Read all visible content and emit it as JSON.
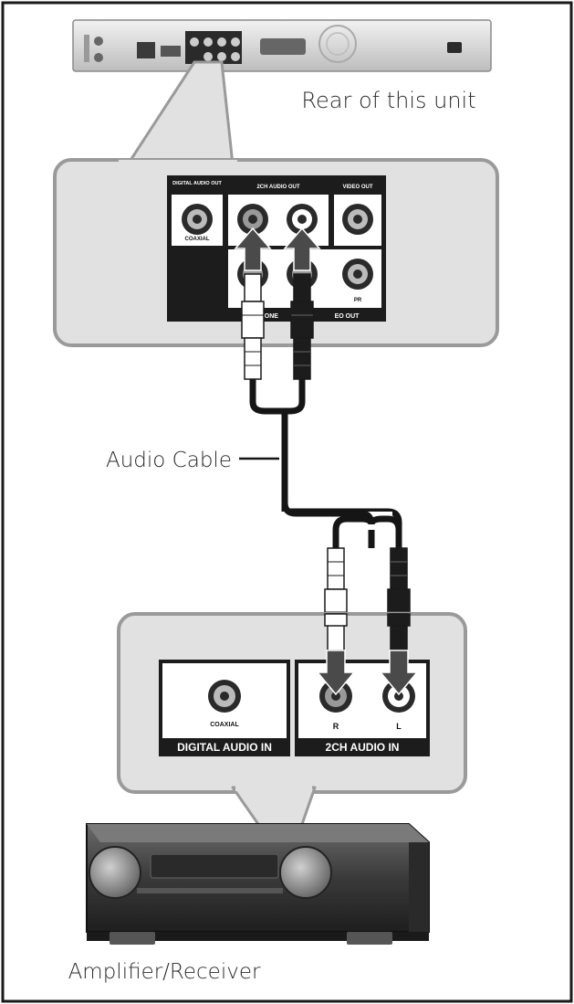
{
  "labels": {
    "rear_of_unit": "Rear of this unit",
    "audio_cable": "Audio Cable",
    "amplifier_receiver": "Amplifier/Receiver"
  },
  "unit_panel": {
    "digital_audio_out": "DIGITAL AUDIO OUT",
    "coaxial": "COAXIAL",
    "audio_out_2ch": "2CH AUDIO OUT",
    "video_out": "VIDEO OUT",
    "component_video_out_left": "PONE",
    "component_video_out_right": "EO OUT",
    "pr": "PR"
  },
  "amp_panel": {
    "coaxial": "COAXIAL",
    "digital_audio_in": "DIGITAL AUDIO IN",
    "audio_in_2ch": "2CH AUDIO IN",
    "r": "R",
    "l": "L"
  },
  "colors": {
    "frame": "#1a1a1a",
    "callout_fill": "#e1e1e1",
    "callout_stroke": "#9a9a9a",
    "jack_panel": "#1c1c1c",
    "cable": "#151515",
    "arrow": "#4a4a4a",
    "receiver_body": "#3a3a3a"
  }
}
